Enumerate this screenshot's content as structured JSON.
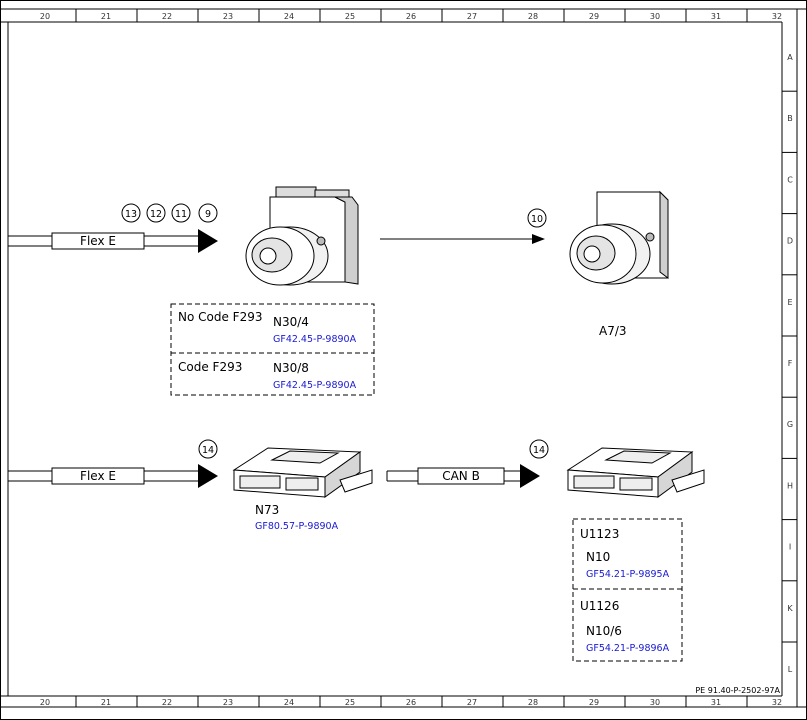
{
  "grid": {
    "columns": [
      "20",
      "21",
      "22",
      "23",
      "24",
      "25",
      "26",
      "27",
      "28",
      "29",
      "30",
      "31",
      "32"
    ],
    "rows": [
      "A",
      "B",
      "C",
      "D",
      "E",
      "F",
      "G",
      "H",
      "I",
      "K",
      "L"
    ]
  },
  "top_left": {
    "bus_label": "Flex E",
    "circles": [
      "13",
      "12",
      "11",
      "9"
    ]
  },
  "abs_unit": {
    "box": [
      {
        "condition": "No Code F293",
        "component": "N30/4",
        "ref": "GF42.45-P-9890A"
      },
      {
        "condition": "Code F293",
        "component": "N30/8",
        "ref": "GF42.45-P-9890A"
      }
    ]
  },
  "top_right": {
    "circle": "10",
    "component": "A7/3"
  },
  "bottom_left": {
    "bus_label": "Flex E",
    "circle": "14",
    "component": "N73",
    "ref": "GF80.57-P-9890A"
  },
  "bottom_right": {
    "bus_label": "CAN B",
    "circle": "14",
    "box": [
      {
        "condition": "U1123",
        "component": "N10",
        "ref": "GF54.21-P-9895A"
      },
      {
        "condition": "U1126",
        "component": "N10/6",
        "ref": "GF54.21-P-9896A"
      }
    ]
  },
  "footer": {
    "doc_id": "PE 91.40-P-2502-97A"
  }
}
